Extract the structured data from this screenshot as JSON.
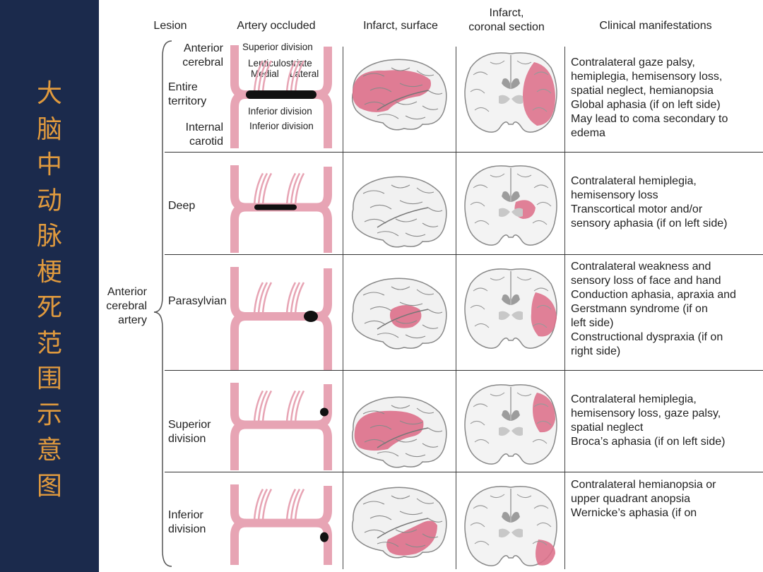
{
  "side_title": "大脑中动脉梗死范围示意图",
  "headers": {
    "lesion": "Lesion",
    "artery": "Artery occluded",
    "surface": "Infarct, surface",
    "coronal": [
      "Infarct,",
      "coronal section"
    ],
    "clinical": "Clinical manifestations"
  },
  "group_label": [
    "Anterior",
    "cerebral",
    "artery"
  ],
  "row1_labels": {
    "anterior_cerebral": [
      "Anterior",
      "cerebral"
    ],
    "entire": [
      "Entire",
      "territory"
    ],
    "internal_carotid": [
      "Internal",
      "carotid"
    ],
    "superior_division": "Superior division",
    "lenticulostriate": "Lenticulostriate",
    "medial": "Medial",
    "lateral": "Lateral",
    "inferior_division": "Inferior division"
  },
  "lesions": [
    "Deep",
    "Parasylvian",
    [
      "Superior",
      "division"
    ],
    [
      "Inferior",
      "division"
    ]
  ],
  "clinical": [
    [
      "Contralateral gaze palsy,",
      "hemiplegia, hemisensory loss,",
      "spatial neglect, hemianopsia",
      "Global aphasia (if on left side)",
      "May lead to coma secondary to",
      "edema"
    ],
    [
      "Contralateral hemiplegia,",
      "hemisensory loss",
      "Transcortical motor and/or",
      "sensory aphasia (if on left side)"
    ],
    [
      "Contralateral weakness and",
      "sensory loss of face and hand",
      "Conduction aphasia, apraxia and",
      "Gerstmann syndrome (if on",
      "left side)",
      "Constructional dyspraxia (if on",
      "right side)"
    ],
    [
      "Contralateral hemiplegia,",
      "hemisensory loss, gaze palsy,",
      "spatial neglect",
      "Broca’s aphasia (if on left side)"
    ],
    [
      "Contralateral hemianopsia or",
      "upper quadrant anopsia",
      "Wernicke’s aphasia (if on"
    ]
  ],
  "colors": {
    "sidebar": "#1b2a4c",
    "title": "#e09a3e",
    "artery": "#e7a4b4",
    "artery_stroke": "#a04c60",
    "infarct": "#dd6f8a",
    "brain": "#f1f1f1",
    "occlusion": "#111111"
  }
}
